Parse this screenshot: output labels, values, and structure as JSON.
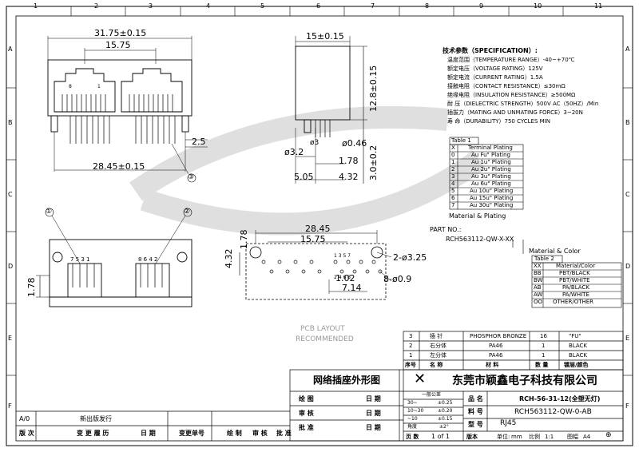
{
  "grid": {
    "cols": [
      "1",
      "2",
      "3",
      "4",
      "5",
      "6",
      "7",
      "8",
      "9",
      "10",
      "11"
    ],
    "rows": [
      "A",
      "B",
      "C",
      "D",
      "E",
      "F"
    ]
  },
  "front_view": {
    "dim_overall": "31.75±0.15",
    "dim_pitch": "15.75",
    "dim_pins": "28.45±0.15",
    "dim_offset": "2.5",
    "pin_labels": [
      "8",
      "1"
    ],
    "callout_3": "③"
  },
  "side_view": {
    "dim_width": "15±0.15",
    "dim_height": "12.8±0.15",
    "dim_pin_len": "3.0±0.2",
    "dim_peg": "ø3.2",
    "dim_peg2": "ø3",
    "dim_pin_dia": "ø0.46",
    "dim_178": "1.78",
    "dim_505": "5.05",
    "dim_432": "4.32"
  },
  "bottom_view": {
    "callout_1": "①",
    "callout_2": "②",
    "pin_nums_left": "7 5 3 1",
    "pin_nums_right": "8 6 4 2",
    "dim_178": "1.78"
  },
  "pcb_layout": {
    "dim_2845": "28.45",
    "dim_1575": "15.75",
    "dim_178": "1.78",
    "dim_432": "4.32",
    "dim_102": "1.02",
    "dim_714": "7.14",
    "dim_holes_big": "2-ø3.25",
    "dim_holes_small": "8-ø0.9",
    "pin_nums": "1 3 5 7",
    "pin_nums2": "2 4 6 8",
    "caption_1": "PCB LAYOUT",
    "caption_2": "RECOMMENDED"
  },
  "spec": {
    "title": "技术参数（SPECIFICATION）:",
    "rows": [
      "温度范围（TEMPERATURE RANGE）-40~+70℃",
      "额定电压（VOLTAGE RATING）125V",
      "额定电流（CURRENT RATING）1.5A",
      "接触电阻（CONTACT RESISTANCE）≤30mΩ",
      "绝缘电阻（INSULATION RESISTANCE）≥500MΩ",
      "耐   压（DIELECTRIC STRENGTH）500V AC（50HZ）/Min",
      "插拔力（MATING AND UNMATING FORCE）3~20N",
      "寿   命（DURABILITY）750 CYCLES MIN"
    ]
  },
  "table1": {
    "title": "Table 1",
    "header": [
      "X",
      "Terminal Plating"
    ],
    "rows": [
      [
        "0",
        "Au Fu\" Plating"
      ],
      [
        "1",
        "Au 1u\" Plating"
      ],
      [
        "2",
        "Au 2u\" Plating"
      ],
      [
        "3",
        "Au 3u\" Plating"
      ],
      [
        "4",
        "Au 6u\" Plating"
      ],
      [
        "5",
        "Au 10u\" Plating"
      ],
      [
        "6",
        "Au 15u\" Plating"
      ],
      [
        "7",
        "Au 30u\" Plating"
      ]
    ],
    "caption": "Material & Plating",
    "part_no_label": "PART NO.:",
    "part_no": "RCH563112-QW-X-XX",
    "caption2": "Material & Color"
  },
  "table2": {
    "title": "Table 2",
    "header": [
      "XX",
      "Material/Color"
    ],
    "rows": [
      [
        "BB",
        "PBT/BLACK"
      ],
      [
        "BW",
        "PBT/WHITE"
      ],
      [
        "AB",
        "PA/BLACK"
      ],
      [
        "AW",
        "PA/WHITE"
      ],
      [
        "OO",
        "OTHER/OTHER"
      ]
    ]
  },
  "bom": {
    "rows": [
      [
        "3",
        "插 针",
        "PHOSPHOR BRONZE",
        "16",
        "\"FU\""
      ],
      [
        "2",
        "右分体",
        "PA46",
        "1",
        "BLACK"
      ],
      [
        "1",
        "左分体",
        "PA46",
        "1",
        "BLACK"
      ]
    ],
    "header": [
      "序号",
      "名 称",
      "材 料",
      "数 量",
      "镀层/颜色"
    ]
  },
  "title_block": {
    "drawing_name": "网络插座外形图",
    "company": "东莞市颖鑫电子科技有限公司",
    "product_name_label": "品 名",
    "product_name": "RCH-56-31-12(全塑无灯)",
    "part_label": "料 号",
    "part": "RCH563112-QW-0-AB",
    "model_label": "型 号",
    "model": "RJ45",
    "draw_label": "绘 图",
    "check_label": "审 核",
    "approve_label": "批 准",
    "date_label": "日 期",
    "tol_title": "一般公差",
    "tol_rows": [
      [
        "30~",
        "±0.25"
      ],
      [
        "10~30",
        "±0.20"
      ],
      [
        "~10",
        "±0.15"
      ],
      [
        "角度",
        "±2°"
      ]
    ],
    "page_label": "页 数",
    "page": "1 of 1",
    "version_label": "版本",
    "unit_label": "单位:",
    "unit": "mm",
    "scale_label": "比例",
    "scale": "1:1",
    "size_label": "图幅",
    "size": "A4"
  },
  "revision": {
    "row": [
      "A/0",
      "新出版发行"
    ],
    "header": [
      "版 次",
      "变 更 履 历",
      "日 期",
      "变更单号",
      "绘 制",
      "审 核",
      "批 准"
    ]
  }
}
